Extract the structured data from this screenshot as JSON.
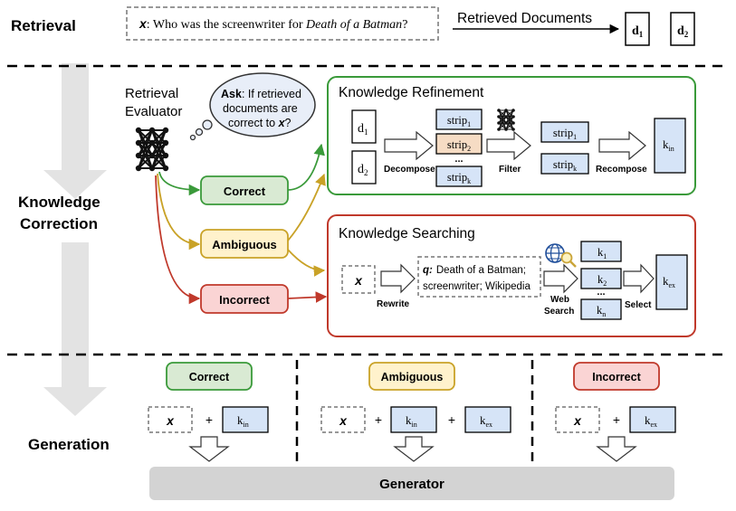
{
  "stages": {
    "retrieval": "Retrieval",
    "correction_line1": "Knowledge",
    "correction_line2": "Correction",
    "generation": "Generation"
  },
  "retrieval": {
    "query_var": "x",
    "query_prefix": ": Who was the screenwriter for ",
    "query_title": "Death of a Batman",
    "query_suffix": "?",
    "retrieved_label": "Retrieved Documents",
    "docs": [
      {
        "base": "d",
        "sub": "1"
      },
      {
        "base": "d",
        "sub": "2"
      }
    ]
  },
  "evaluator": {
    "label_line1": "Retrieval",
    "label_line2": "Evaluator",
    "ask_bold": "Ask",
    "ask_line1_rest": ": If retrieved",
    "ask_line2": "documents are",
    "ask_line3_pre": "correct to ",
    "ask_line3_var": "x",
    "ask_line3_post": "?"
  },
  "judgments": {
    "correct": "Correct",
    "ambiguous": "Ambiguous",
    "incorrect": "Incorrect"
  },
  "refinement": {
    "title": "Knowledge Refinement",
    "docs": [
      {
        "base": "d",
        "sub": "1"
      },
      {
        "base": "d",
        "sub": "2"
      }
    ],
    "decompose": "Decompose",
    "strips": [
      {
        "base": "strip",
        "sub": "1"
      },
      {
        "base": "strip",
        "sub": "2"
      },
      {
        "base": "strip",
        "sub": "k"
      }
    ],
    "ellipsis": "...",
    "filter": "Filter",
    "filtered": [
      {
        "base": "strip",
        "sub": "1"
      },
      {
        "base": "strip",
        "sub": "k"
      }
    ],
    "recompose": "Recompose",
    "k_in": {
      "base": "k",
      "sub": "in"
    }
  },
  "searching": {
    "title": "Knowledge Searching",
    "x_var": "x",
    "rewrite": "Rewrite",
    "q_label": "q:",
    "q_line1": "Death of a Batman;",
    "q_line2": "screenwriter; Wikipedia",
    "web_line1": "Web",
    "web_line2": "Search",
    "results": [
      {
        "base": "k",
        "sub": "1"
      },
      {
        "base": "k",
        "sub": "2"
      },
      {
        "base": "k",
        "sub": "n"
      }
    ],
    "ellipsis": "...",
    "select": "Select",
    "k_ex": {
      "base": "k",
      "sub": "ex"
    }
  },
  "generation": {
    "columns": [
      {
        "label": "Correct",
        "x_var": "x",
        "plus": "+",
        "items": [
          {
            "base": "k",
            "sub": "in"
          }
        ]
      },
      {
        "label": "Ambiguous",
        "x_var": "x",
        "plus": "+",
        "items": [
          {
            "base": "k",
            "sub": "in"
          },
          {
            "base": "k",
            "sub": "ex"
          }
        ]
      },
      {
        "label": "Incorrect",
        "x_var": "x",
        "plus": "+",
        "items": [
          {
            "base": "k",
            "sub": "ex"
          }
        ]
      }
    ],
    "generator": "Generator"
  },
  "colors": {
    "correct_fill": "#d9ead3",
    "correct_stroke": "#3a9a3a",
    "ambiguous_fill": "#fff2cc",
    "ambiguous_stroke": "#c9a227",
    "incorrect_fill": "#fad4d4",
    "incorrect_stroke": "#c0392b",
    "k_fill": "#d6e4f7",
    "strip_highlight": "#f6dcc4",
    "generator_fill": "#d3d3d3",
    "big_arrow": "#e3e3e3"
  }
}
